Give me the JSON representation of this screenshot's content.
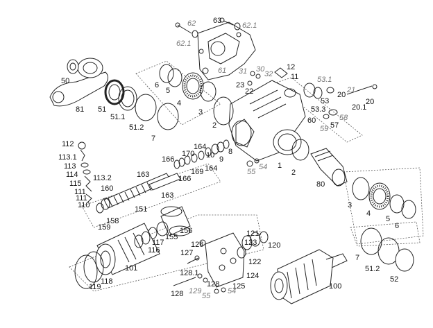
{
  "diagram": {
    "labels": [
      {
        "id": "l62",
        "text": "62",
        "gray": true
      },
      {
        "id": "l63",
        "text": "63",
        "gray": false
      },
      {
        "id": "l621a",
        "text": "62.1",
        "gray": true
      },
      {
        "id": "l621b",
        "text": "62.1",
        "gray": true
      },
      {
        "id": "l61",
        "text": "61",
        "gray": true
      },
      {
        "id": "l50",
        "text": "50",
        "gray": false
      },
      {
        "id": "l6a",
        "text": "6",
        "gray": false
      },
      {
        "id": "l5a",
        "text": "5",
        "gray": false
      },
      {
        "id": "l4a",
        "text": "4",
        "gray": false
      },
      {
        "id": "l3a",
        "text": "3",
        "gray": false
      },
      {
        "id": "l81",
        "text": "81",
        "gray": false
      },
      {
        "id": "l51",
        "text": "51",
        "gray": false
      },
      {
        "id": "l511a",
        "text": "51.1",
        "gray": false
      },
      {
        "id": "l512a",
        "text": "51.2",
        "gray": false
      },
      {
        "id": "l7a",
        "text": "7",
        "gray": false
      },
      {
        "id": "l2a",
        "text": "2",
        "gray": false
      },
      {
        "id": "l31",
        "text": "31",
        "gray": true
      },
      {
        "id": "l30",
        "text": "30",
        "gray": true
      },
      {
        "id": "l32",
        "text": "32",
        "gray": true
      },
      {
        "id": "l12",
        "text": "12",
        "gray": false
      },
      {
        "id": "l11",
        "text": "11",
        "gray": false
      },
      {
        "id": "l23",
        "text": "23",
        "gray": false
      },
      {
        "id": "l22",
        "text": "22",
        "gray": false
      },
      {
        "id": "l531",
        "text": "53.1",
        "gray": true
      },
      {
        "id": "l20a",
        "text": "20",
        "gray": false
      },
      {
        "id": "l21",
        "text": "21",
        "gray": true
      },
      {
        "id": "l53",
        "text": "53",
        "gray": false
      },
      {
        "id": "l533",
        "text": "53.3",
        "gray": false
      },
      {
        "id": "l201",
        "text": "20.1",
        "gray": false
      },
      {
        "id": "l20b",
        "text": "20",
        "gray": false
      },
      {
        "id": "l60",
        "text": "60",
        "gray": false
      },
      {
        "id": "l58",
        "text": "58",
        "gray": true
      },
      {
        "id": "l57",
        "text": "57",
        "gray": false
      },
      {
        "id": "l59",
        "text": "59",
        "gray": true
      },
      {
        "id": "l112",
        "text": "112",
        "gray": false
      },
      {
        "id": "l1131",
        "text": "113.1",
        "gray": false
      },
      {
        "id": "l113",
        "text": "113",
        "gray": false
      },
      {
        "id": "l114",
        "text": "114",
        "gray": false
      },
      {
        "id": "l115",
        "text": "115",
        "gray": false
      },
      {
        "id": "l111a",
        "text": "111",
        "gray": false
      },
      {
        "id": "l111b",
        "text": "111",
        "gray": false
      },
      {
        "id": "l110",
        "text": "110",
        "gray": false
      },
      {
        "id": "l1132",
        "text": "113.2",
        "gray": false
      },
      {
        "id": "l160",
        "text": "160",
        "gray": false
      },
      {
        "id": "l163a",
        "text": "163",
        "gray": false
      },
      {
        "id": "l166a",
        "text": "166",
        "gray": false
      },
      {
        "id": "l170",
        "text": "170",
        "gray": false
      },
      {
        "id": "l164a",
        "text": "164",
        "gray": false
      },
      {
        "id": "l10",
        "text": "10",
        "gray": false
      },
      {
        "id": "l9",
        "text": "9",
        "gray": false
      },
      {
        "id": "l8",
        "text": "8",
        "gray": false
      },
      {
        "id": "l169",
        "text": "169",
        "gray": false
      },
      {
        "id": "l164b",
        "text": "164",
        "gray": false
      },
      {
        "id": "l166b",
        "text": "166",
        "gray": false
      },
      {
        "id": "l55a",
        "text": "55",
        "gray": true
      },
      {
        "id": "l54a",
        "text": "54",
        "gray": true
      },
      {
        "id": "l1",
        "text": "1",
        "gray": false
      },
      {
        "id": "l2b",
        "text": "2",
        "gray": false
      },
      {
        "id": "l80",
        "text": "80",
        "gray": false
      },
      {
        "id": "l163b",
        "text": "163",
        "gray": false
      },
      {
        "id": "l151",
        "text": "151",
        "gray": false
      },
      {
        "id": "l158",
        "text": "158",
        "gray": false
      },
      {
        "id": "l159",
        "text": "159",
        "gray": false
      },
      {
        "id": "l3b",
        "text": "3",
        "gray": false
      },
      {
        "id": "l4b",
        "text": "4",
        "gray": false
      },
      {
        "id": "l5b",
        "text": "5",
        "gray": false
      },
      {
        "id": "l6b",
        "text": "6",
        "gray": false
      },
      {
        "id": "l156",
        "text": "156",
        "gray": false
      },
      {
        "id": "l155",
        "text": "155",
        "gray": false
      },
      {
        "id": "l117",
        "text": "117",
        "gray": false
      },
      {
        "id": "l116",
        "text": "116",
        "gray": false
      },
      {
        "id": "l121",
        "text": "121",
        "gray": false
      },
      {
        "id": "l123",
        "text": "123",
        "gray": false
      },
      {
        "id": "l120",
        "text": "120",
        "gray": false
      },
      {
        "id": "l126",
        "text": "126",
        "gray": false
      },
      {
        "id": "l127",
        "text": "127",
        "gray": false
      },
      {
        "id": "l122",
        "text": "122",
        "gray": false
      },
      {
        "id": "l101",
        "text": "101",
        "gray": false
      },
      {
        "id": "l7b",
        "text": "7",
        "gray": false
      },
      {
        "id": "l512b",
        "text": "51.2",
        "gray": false
      },
      {
        "id": "l1281",
        "text": "128.1",
        "gray": false
      },
      {
        "id": "l124",
        "text": "124",
        "gray": false
      },
      {
        "id": "l118",
        "text": "118",
        "gray": false
      },
      {
        "id": "l119",
        "text": "119",
        "gray": false
      },
      {
        "id": "l128a",
        "text": "128",
        "gray": false
      },
      {
        "id": "l125",
        "text": "125",
        "gray": false
      },
      {
        "id": "l100",
        "text": "100",
        "gray": false
      },
      {
        "id": "l52",
        "text": "52",
        "gray": false
      },
      {
        "id": "l128b",
        "text": "128",
        "gray": false
      },
      {
        "id": "l129",
        "text": "129",
        "gray": true
      },
      {
        "id": "l55b",
        "text": "55",
        "gray": true
      },
      {
        "id": "l54b",
        "text": "54",
        "gray": true
      }
    ]
  }
}
